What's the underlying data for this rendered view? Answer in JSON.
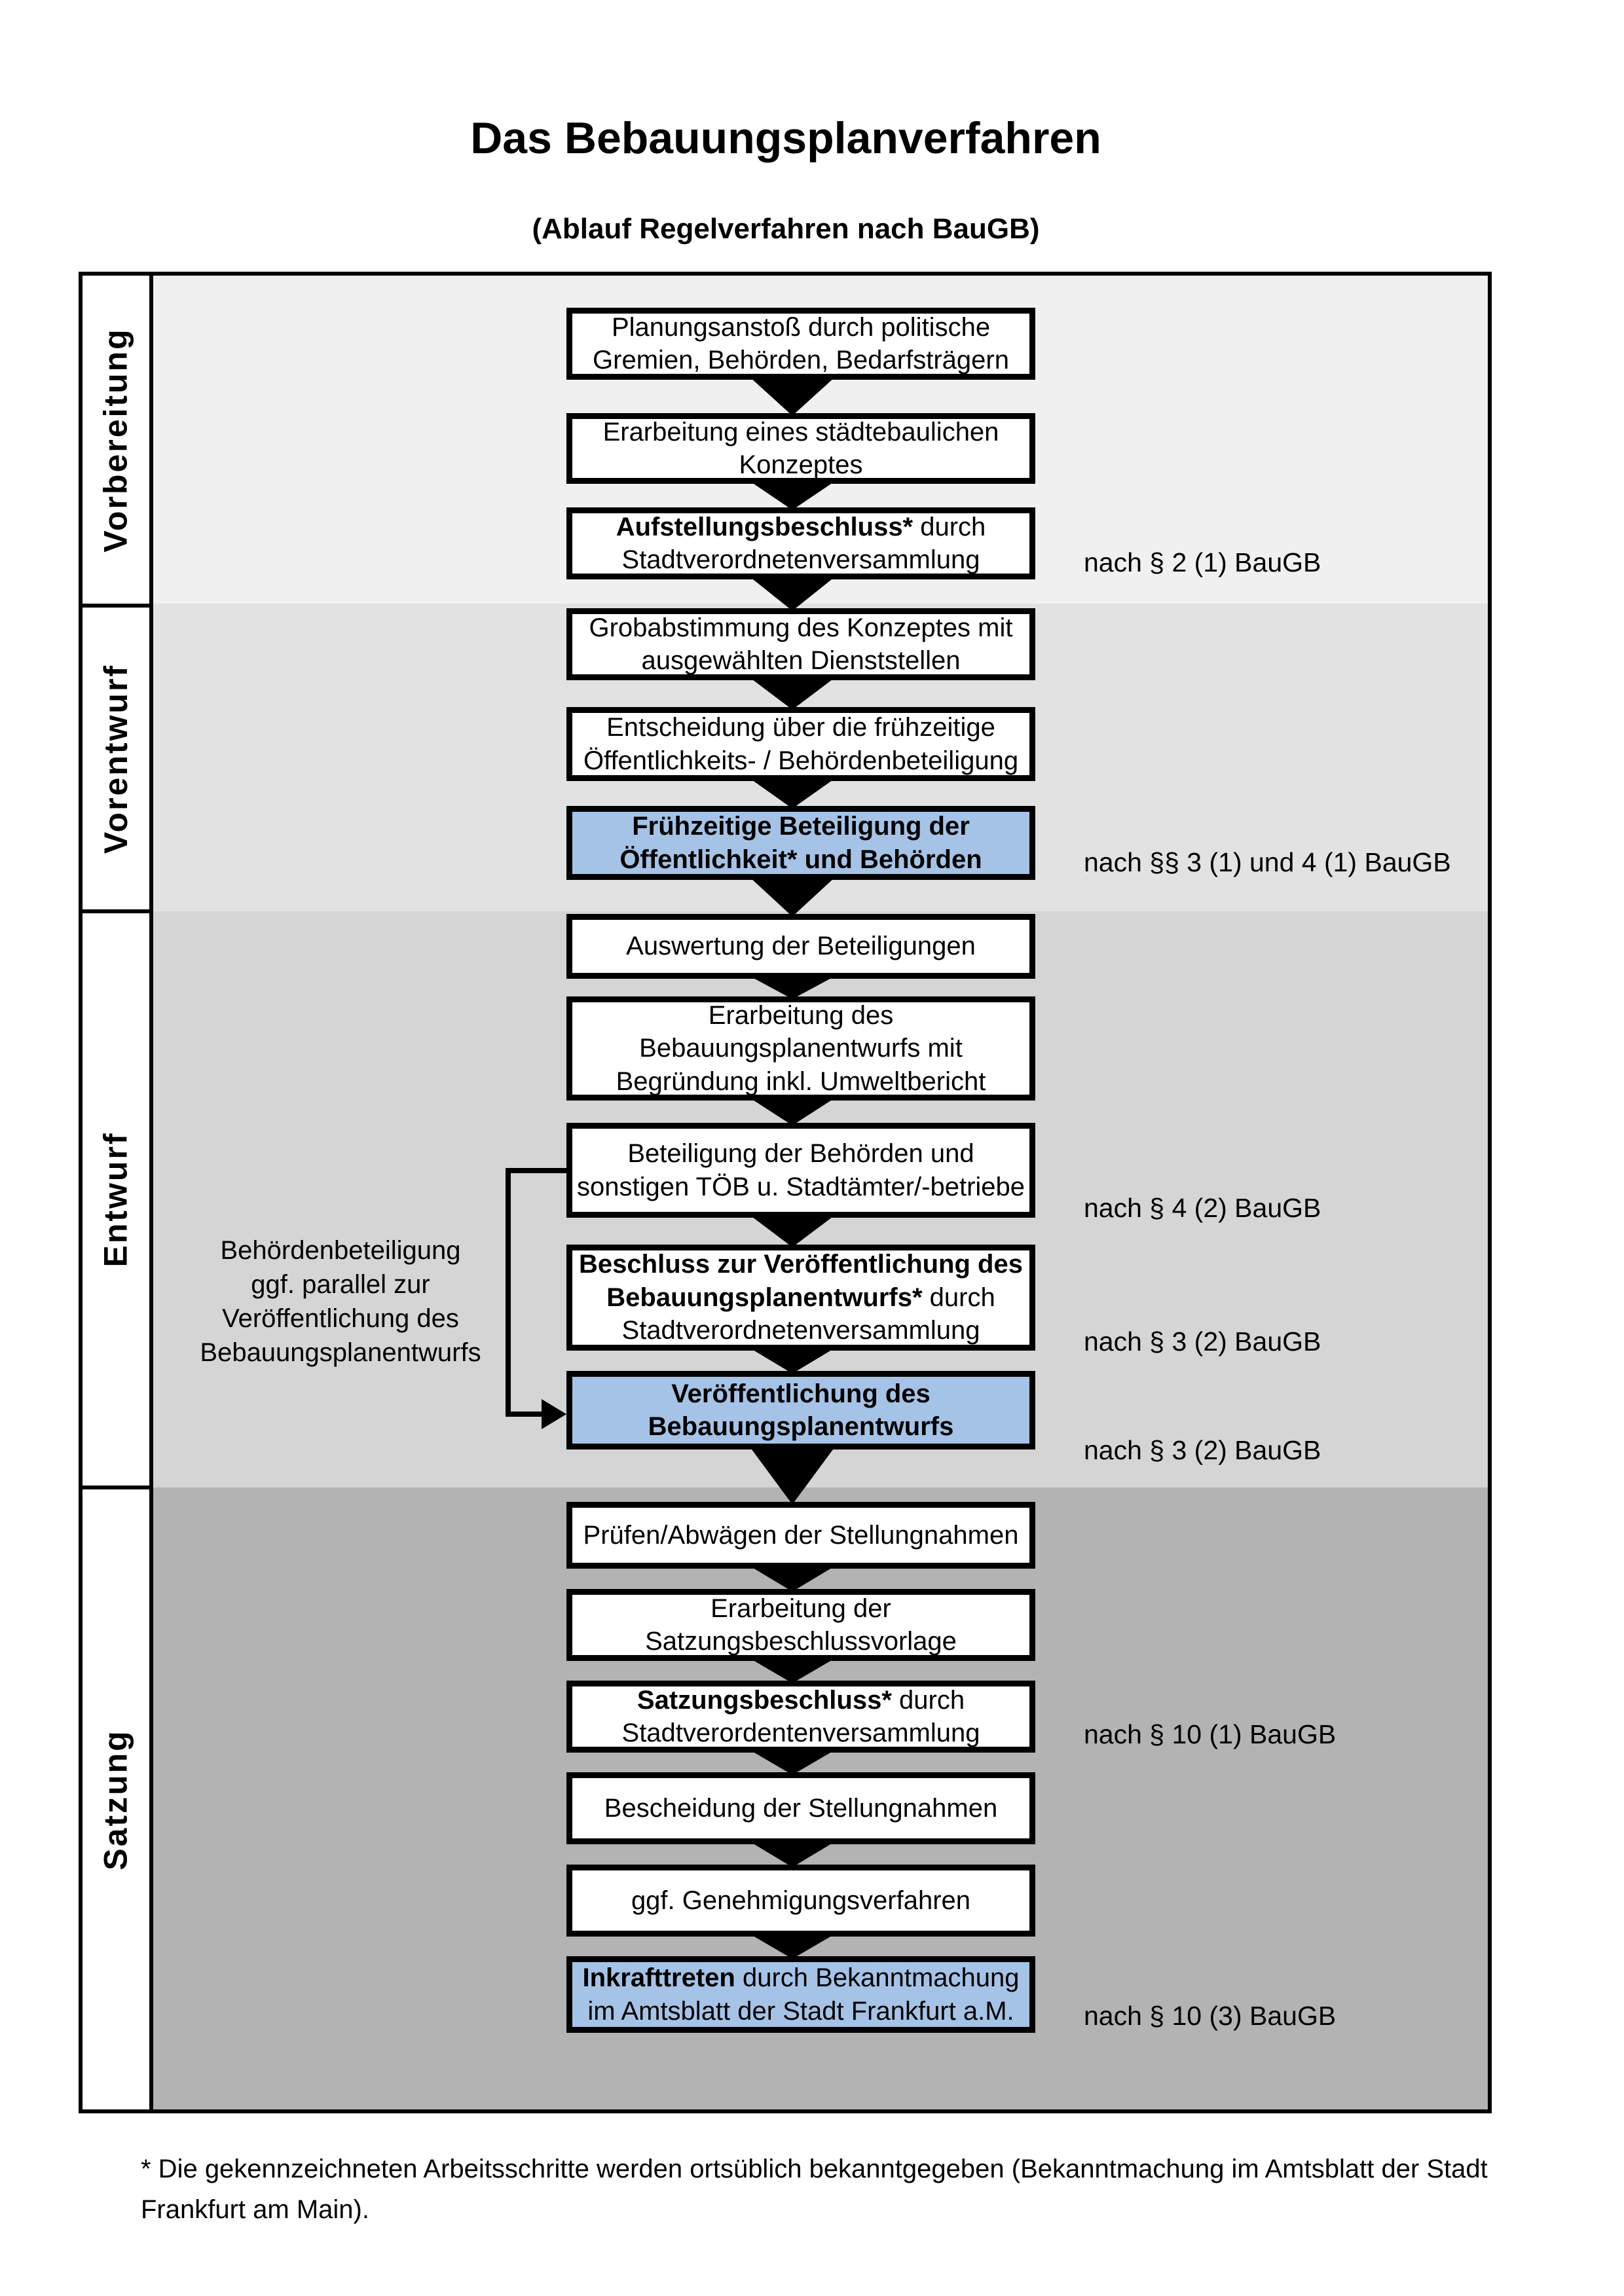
{
  "title": "Das Bebauungsplanverfahren",
  "subtitle": "(Ablauf Regelverfahren nach BauGB)",
  "phases": [
    {
      "label": "Vorbereitung"
    },
    {
      "label": "Vorentwurf"
    },
    {
      "label": "Entwurf"
    },
    {
      "label": "Satzung"
    }
  ],
  "steps": [
    {
      "highlighted": false,
      "lines": [
        [
          {
            "text": "Planungsanstoß durch politische",
            "bold": false
          }
        ],
        [
          {
            "text": "Gremien, Behörden, Bedarfsträgern",
            "bold": false
          }
        ]
      ]
    },
    {
      "highlighted": false,
      "lines": [
        [
          {
            "text": "Erarbeitung eines städtebaulichen",
            "bold": false
          }
        ],
        [
          {
            "text": "Konzeptes",
            "bold": false
          }
        ]
      ]
    },
    {
      "highlighted": false,
      "lines": [
        [
          {
            "text": "Aufstellungsbeschluss*",
            "bold": true
          },
          {
            "text": " durch",
            "bold": false
          }
        ],
        [
          {
            "text": "Stadtverordnetenversammlung",
            "bold": false
          }
        ]
      ]
    },
    {
      "highlighted": false,
      "lines": [
        [
          {
            "text": "Grobabstimmung des Konzeptes mit",
            "bold": false
          }
        ],
        [
          {
            "text": "ausgewählten Dienststellen",
            "bold": false
          }
        ]
      ]
    },
    {
      "highlighted": false,
      "lines": [
        [
          {
            "text": "Entscheidung über die frühzeitige",
            "bold": false
          }
        ],
        [
          {
            "text": "Öffentlichkeits- / Behördenbeteiligung",
            "bold": false
          }
        ]
      ]
    },
    {
      "highlighted": true,
      "lines": [
        [
          {
            "text": "Frühzeitige Beteiligung der",
            "bold": true
          }
        ],
        [
          {
            "text": "Öffentlichkeit* und Behörden",
            "bold": true
          }
        ]
      ]
    },
    {
      "highlighted": false,
      "lines": [
        [
          {
            "text": "Auswertung der Beteiligungen",
            "bold": false
          }
        ]
      ]
    },
    {
      "highlighted": false,
      "lines": [
        [
          {
            "text": "Erarbeitung des",
            "bold": false
          }
        ],
        [
          {
            "text": "Bebauungsplanentwurfs mit",
            "bold": false
          }
        ],
        [
          {
            "text": "Begründung inkl. Umweltbericht",
            "bold": false
          }
        ]
      ]
    },
    {
      "highlighted": false,
      "lines": [
        [
          {
            "text": "Beteiligung der Behörden und",
            "bold": false
          }
        ],
        [
          {
            "text": "sonstigen TÖB u. Stadtämter/-betriebe",
            "bold": false
          }
        ]
      ]
    },
    {
      "highlighted": false,
      "lines": [
        [
          {
            "text": "Beschluss zur Veröffentlichung des",
            "bold": true
          }
        ],
        [
          {
            "text": "Bebauungsplanentwurfs*",
            "bold": true
          },
          {
            "text": " durch",
            "bold": false
          }
        ],
        [
          {
            "text": "Stadtverordnetenversammlung",
            "bold": false
          }
        ]
      ]
    },
    {
      "highlighted": true,
      "lines": [
        [
          {
            "text": "Veröffentlichung des",
            "bold": true
          }
        ],
        [
          {
            "text": "Bebauungsplanentwurfs",
            "bold": true
          }
        ]
      ]
    },
    {
      "highlighted": false,
      "lines": [
        [
          {
            "text": "Prüfen/Abwägen der Stellungnahmen",
            "bold": false
          }
        ]
      ]
    },
    {
      "highlighted": false,
      "lines": [
        [
          {
            "text": "Erarbeitung der",
            "bold": false
          }
        ],
        [
          {
            "text": "Satzungsbeschlussvorlage",
            "bold": false
          }
        ]
      ]
    },
    {
      "highlighted": false,
      "lines": [
        [
          {
            "text": "Satzungsbeschluss*",
            "bold": true
          },
          {
            "text": " durch",
            "bold": false
          }
        ],
        [
          {
            "text": "Stadtverordentenversammlung",
            "bold": false
          }
        ]
      ]
    },
    {
      "highlighted": false,
      "lines": [
        [
          {
            "text": "Bescheidung der Stellungnahmen",
            "bold": false
          }
        ]
      ]
    },
    {
      "highlighted": false,
      "lines": [
        [
          {
            "text": "ggf. Genehmigungsverfahren",
            "bold": false
          }
        ]
      ]
    },
    {
      "highlighted": true,
      "lines": [
        [
          {
            "text": "Inkrafttreten",
            "bold": true
          },
          {
            "text": " durch Bekanntmachung",
            "bold": false
          }
        ],
        [
          {
            "text": "im Amtsblatt der Stadt Frankfurt a.M.",
            "bold": false
          }
        ]
      ]
    }
  ],
  "annotations": [
    {
      "text": "nach § 2 (1) BauGB"
    },
    {
      "text": "nach §§ 3 (1) und 4 (1) BauGB"
    },
    {
      "text": "nach § 4 (2) BauGB"
    },
    {
      "text": "nach § 3 (2) BauGB"
    },
    {
      "text": "nach § 3 (2) BauGB"
    },
    {
      "text": "nach § 10 (1) BauGB"
    },
    {
      "text": "nach § 10 (3) BauGB"
    }
  ],
  "side_note": {
    "lines": [
      "Behördenbeteiligung",
      "ggf. parallel zur",
      "Veröffentlichung des",
      "Bebauungsplanentwurfs"
    ]
  },
  "footnote": "* Die gekennzeichneten Arbeitsschritte werden ortsüblich bekanntgegeben (Bekanntmachung im Amtsblatt  der Stadt Frankfurt am Main).",
  "colors": {
    "highlight": "#a5c3e6",
    "band_vorbereitung": "#f0f0f0",
    "band_vorentwurf": "#e2e2e2",
    "band_entwurf": "#d5d5d5",
    "band_satzung": "#b3b3b3"
  }
}
